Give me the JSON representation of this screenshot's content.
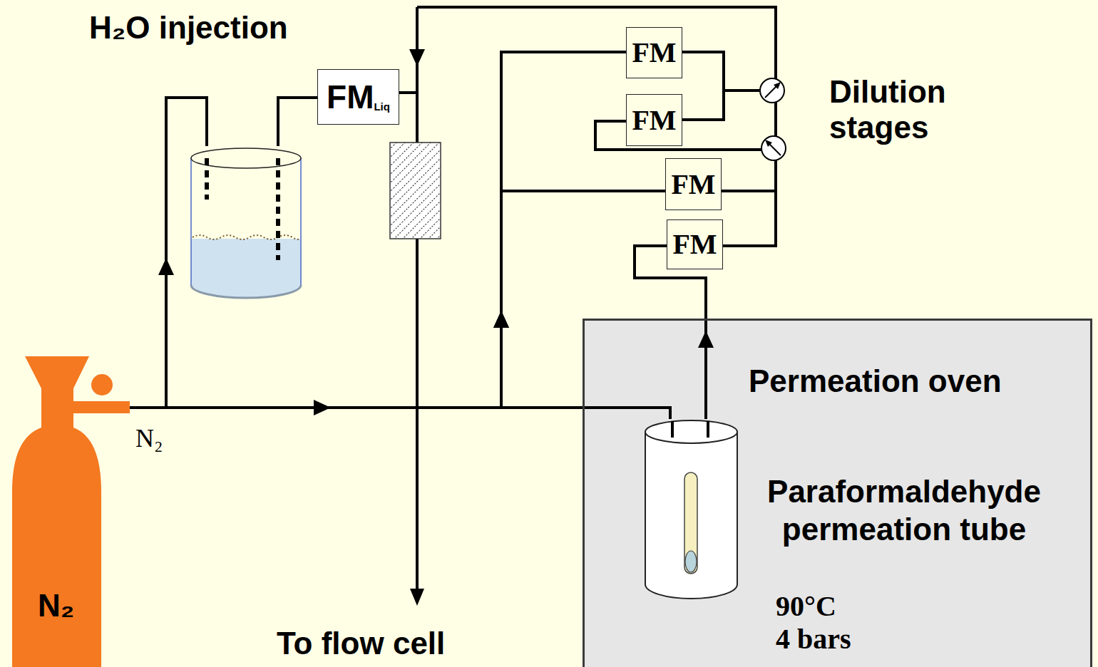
{
  "diagram": {
    "nodes": [
      {
        "text": [
          "FM",
          "Liq"
        ]
      },
      {
        "text": [
          "FM"
        ]
      },
      {
        "text": [
          "FM"
        ]
      },
      {
        "text": [
          "FM"
        ]
      },
      {
        "text": [
          "FM"
        ]
      },
      {
        "text": [
          "Permeation oven",
          "90°C",
          "4 bars"
        ]
      },
      {
        "text": [
          "Paraformaldehyde permeation tube"
        ],
        "in": 5
      },
      {
        "text": [
          "N₂"
        ]
      }
    ],
    "edges": [
      {
        "from": 7,
        "to": 6,
        "arrow": "to"
      },
      {
        "from": 6,
        "to": 4,
        "arrow": "to"
      },
      {
        "from": 7,
        "to": 1,
        "arrow": "to"
      },
      {
        "from": 7,
        "to": 3,
        "arrow": "to"
      },
      {
        "from": 1,
        "to": 2,
        "arrow": "none"
      }
    ],
    "labels": [
      "H₂O injection",
      "Dilution stages",
      "N₂",
      "To flow cell"
    ]
  }
}
